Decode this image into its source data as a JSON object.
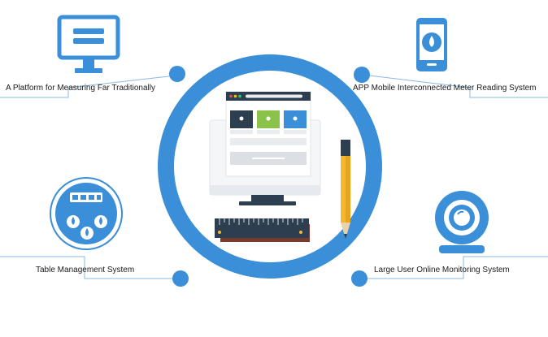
{
  "features": [
    {
      "label": "A Platform for Measuring Far Traditionally",
      "icon": "monitor-icon"
    },
    {
      "label": "APP Mobile Interconnected Meter Reading System",
      "icon": "mobile-phone-icon"
    },
    {
      "label": "Table Management System",
      "icon": "water-meter-icon"
    },
    {
      "label": "Large User Online Monitoring System",
      "icon": "webcam-icon"
    }
  ],
  "center_icon": "computer-with-ruler-and-pencil-icon",
  "colors": {
    "primary_blue": "#3a8fd8",
    "dark_navy": "#2c3e50",
    "green_card": "#8bc34a",
    "pencil_yellow": "#f5b731",
    "ruler_brown": "#7a3b2e",
    "connector_line": "#8ab8e0"
  }
}
